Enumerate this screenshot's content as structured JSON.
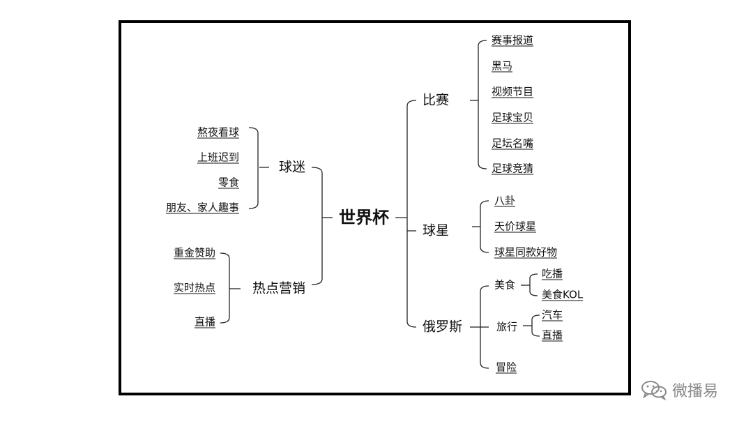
{
  "center": "世界杯",
  "left": {
    "fans": {
      "label": "球迷",
      "items": [
        "熬夜看球",
        "上班迟到",
        "零食",
        "朋友、家人趣事"
      ]
    },
    "marketing": {
      "label": "热点营销",
      "items": [
        "重金赞助",
        "实时热点",
        "直播"
      ]
    }
  },
  "right": {
    "match": {
      "label": "比赛",
      "items": [
        "赛事报道",
        "黑马",
        "视频节目",
        "足球宝贝",
        "足坛名嘴",
        "足球竞猜"
      ]
    },
    "star": {
      "label": "球星",
      "items": [
        "八卦",
        "天价球星",
        "球星同款好物"
      ]
    },
    "russia": {
      "label": "俄罗斯",
      "food": {
        "label": "美食",
        "items": [
          "吃播",
          "美食KOL"
        ]
      },
      "travel": {
        "label": "旅行",
        "items": [
          "汽车",
          "直播"
        ]
      },
      "adventure": "冒险"
    }
  },
  "watermark": {
    "text": "微播易",
    "icon": "wechat-icon"
  }
}
